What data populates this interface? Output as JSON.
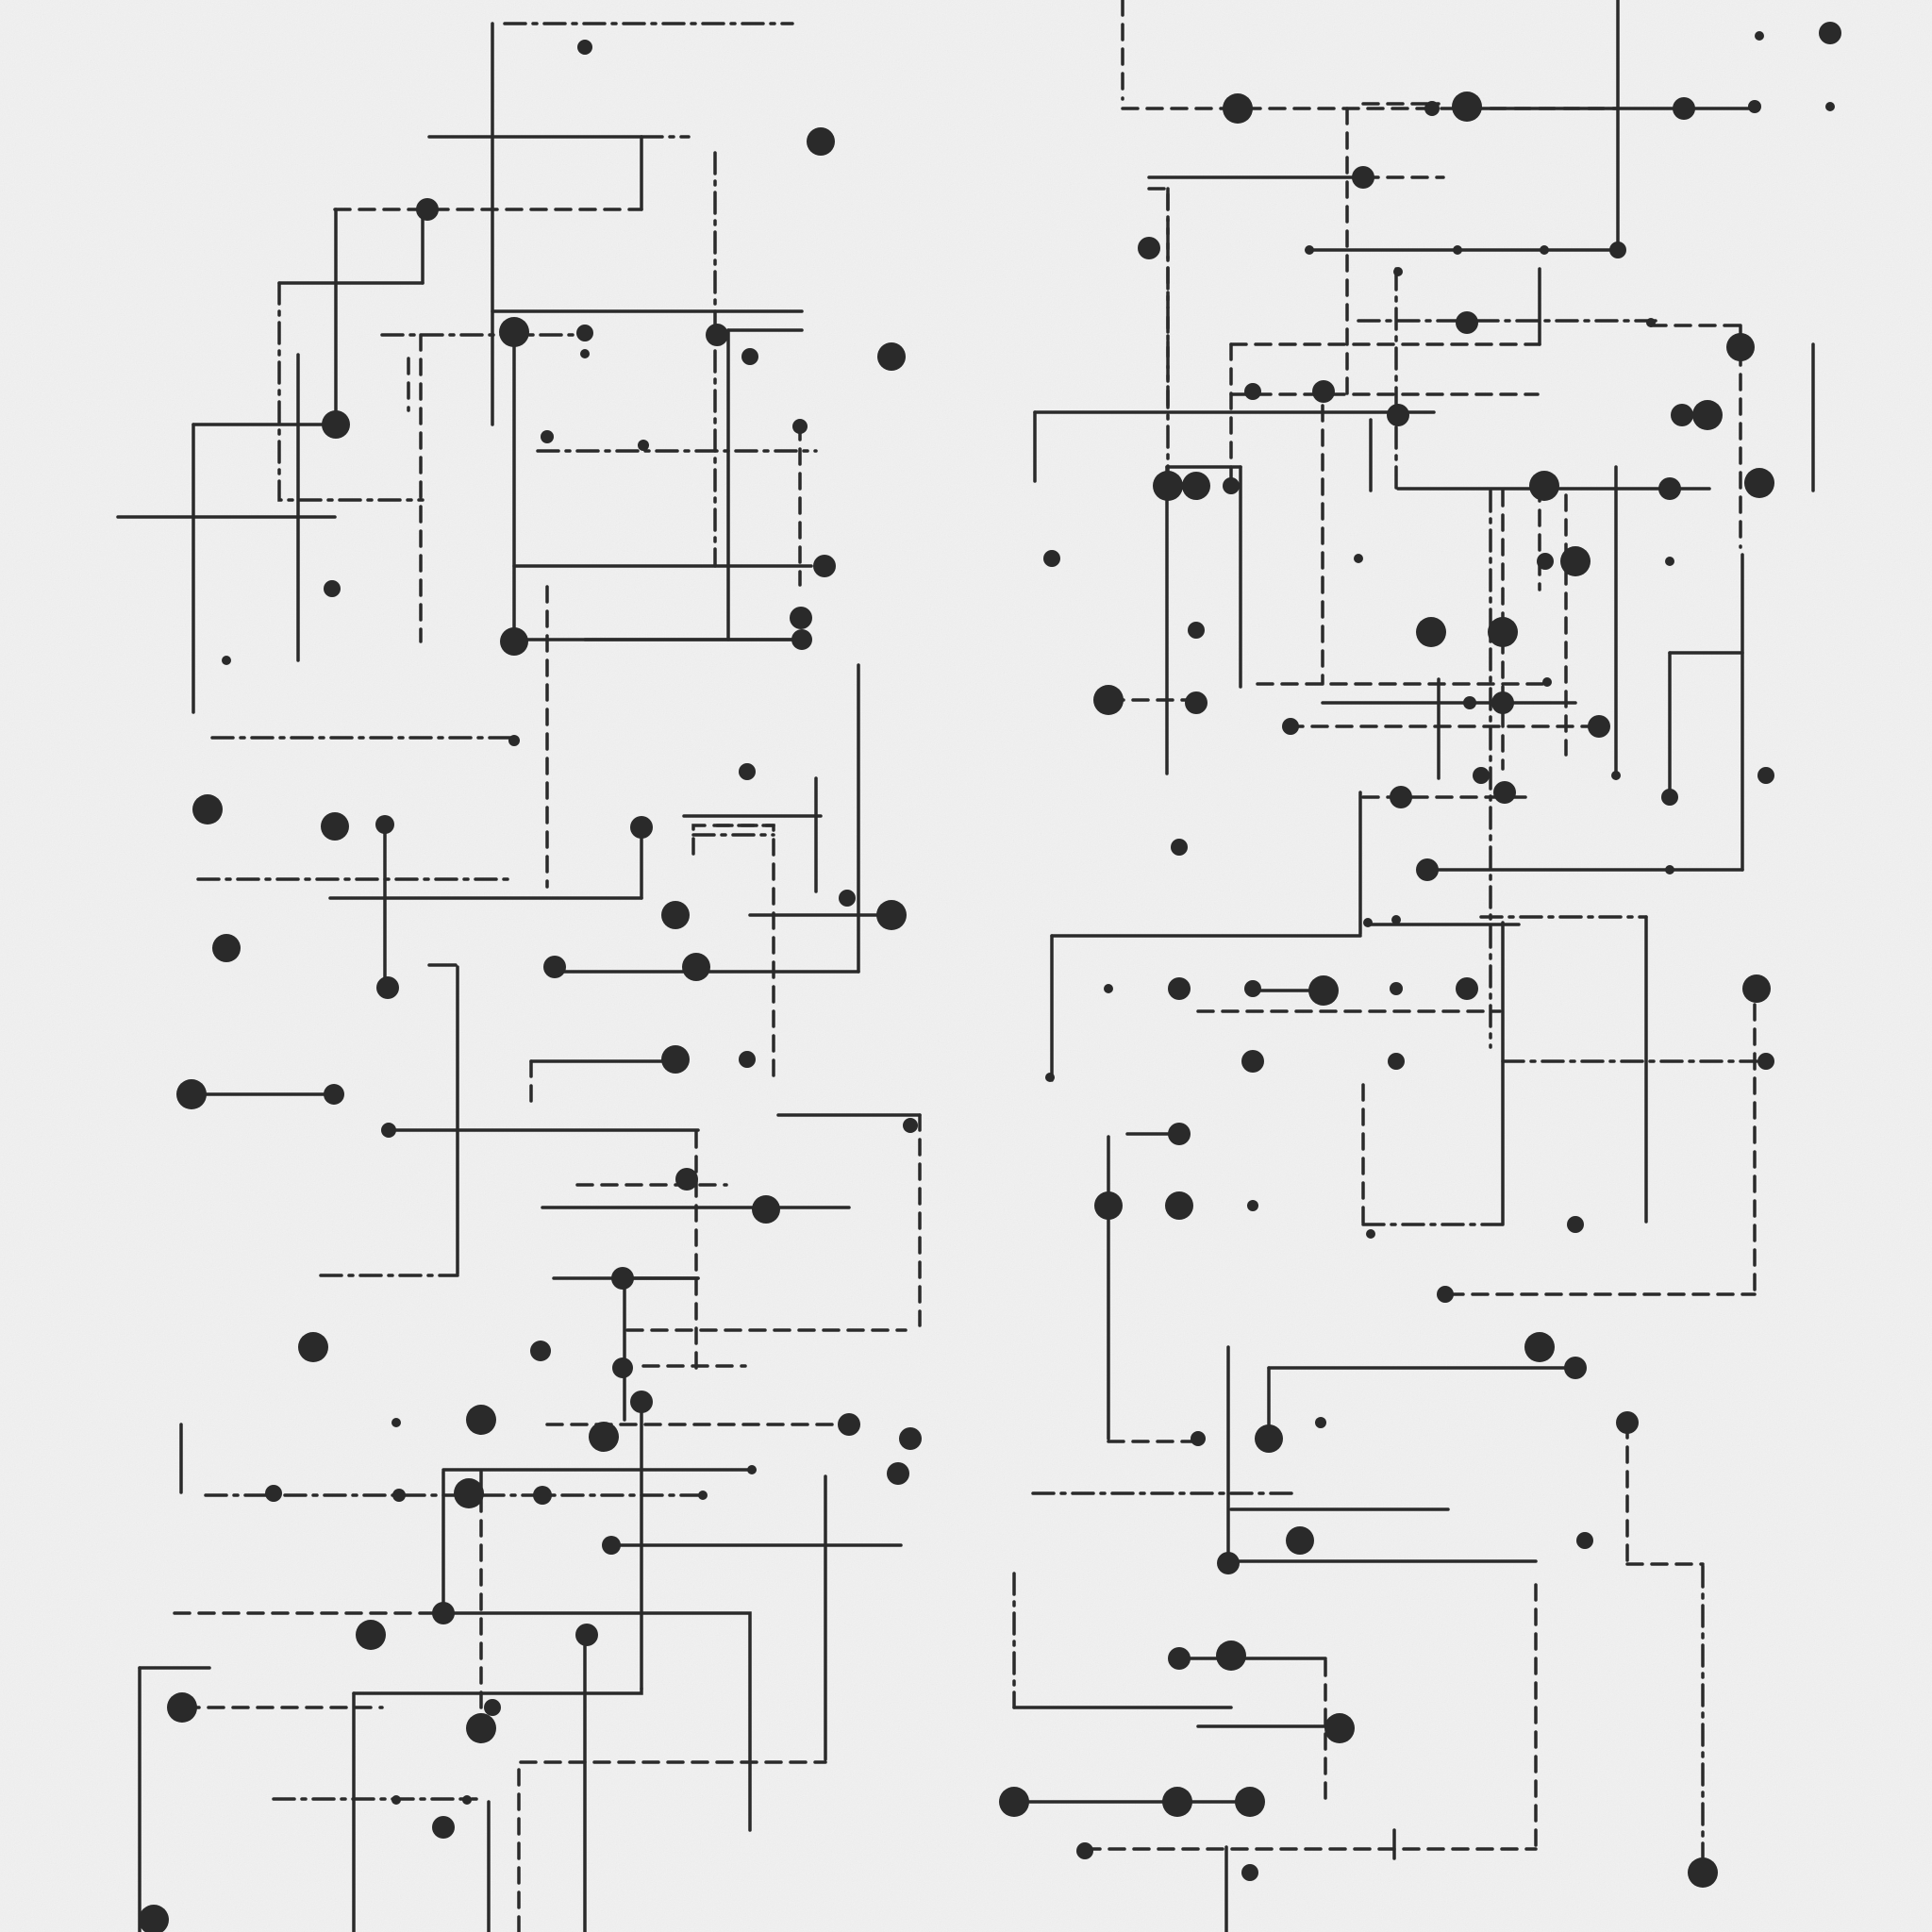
{
  "artwork": {
    "kind": "abstract-line-and-dot-composition",
    "background_color": "#f1f1f1",
    "ink_color": "#2a2a2a",
    "line_styles": [
      "solid",
      "dashed",
      "dash-dot"
    ],
    "panels": [
      "left-cluster",
      "right-cluster"
    ]
  }
}
